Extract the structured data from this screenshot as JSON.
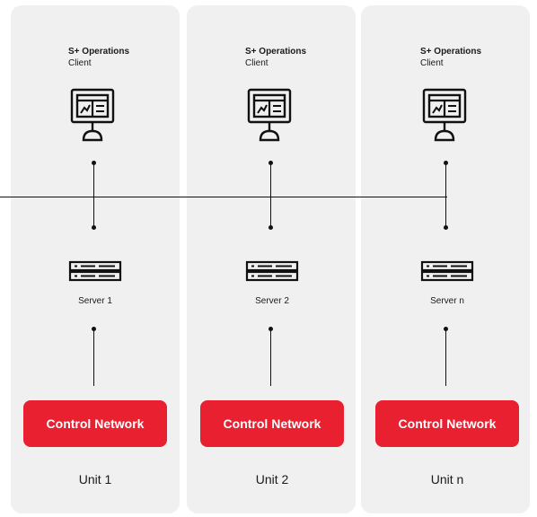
{
  "units": [
    {
      "client_title": "S+ Operations",
      "client_subtitle": "Client",
      "server_label": "Server 1",
      "network_label": "Control Network",
      "unit_label": "Unit 1"
    },
    {
      "client_title": "S+ Operations",
      "client_subtitle": "Client",
      "server_label": "Server 2",
      "network_label": "Control Network",
      "unit_label": "Unit 2"
    },
    {
      "client_title": "S+ Operations",
      "client_subtitle": "Client",
      "server_label": "Server n",
      "network_label": "Control Network",
      "unit_label": "Unit n"
    }
  ],
  "colors": {
    "panel_bg": "#f0f0f0",
    "network_red": "#e8202f",
    "line": "#111111"
  },
  "icons": [
    "monitor-trend-icon",
    "server-rack-icon"
  ]
}
